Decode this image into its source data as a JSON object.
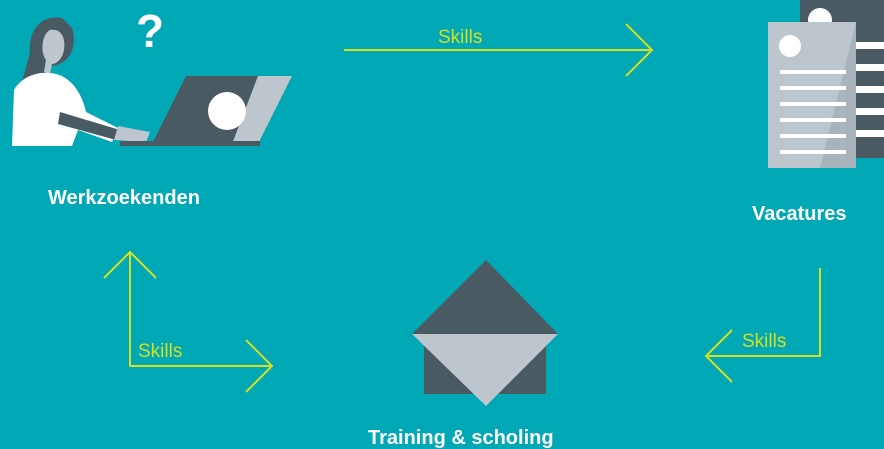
{
  "background": "#00A8B5",
  "colors": {
    "arrow": "#D4E021",
    "dark": "#4A5A63",
    "light": "#BCC6CC",
    "white": "#FFFFFF"
  },
  "nodes": {
    "job_seekers": {
      "label": "Werkzoekenden",
      "icon": "person-laptop-icon"
    },
    "vacancies": {
      "label": "Vacatures",
      "icon": "document-icon"
    },
    "training": {
      "label": "Training & scholing",
      "icon": "envelope-house-icon"
    }
  },
  "flows": {
    "top": {
      "label": "Skills"
    },
    "right": {
      "label": "Skills"
    },
    "left": {
      "label": "Skills"
    }
  },
  "question_mark": "?"
}
